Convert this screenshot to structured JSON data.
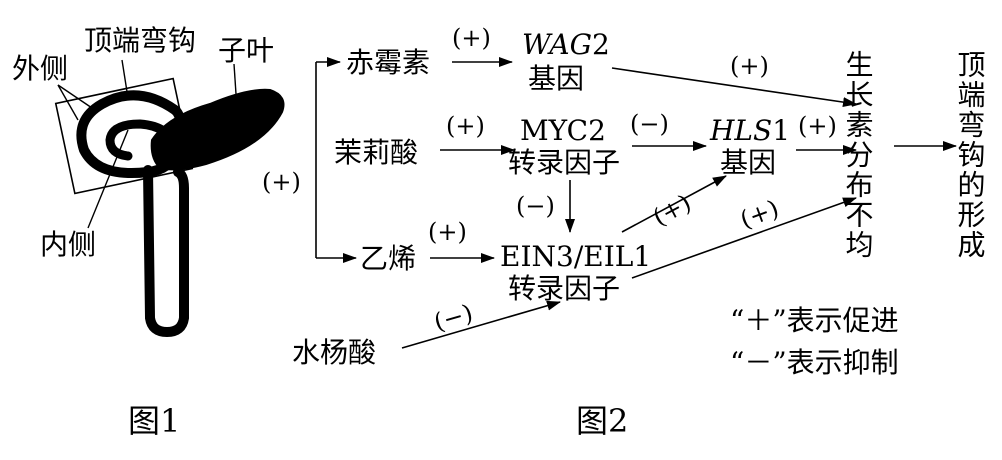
{
  "figure1": {
    "caption": "图1",
    "labels": {
      "outer_side": "外侧",
      "apical_hook": "顶端弯钩",
      "cotyledon": "子叶",
      "inner_side": "内侧"
    }
  },
  "figure2": {
    "caption": "图2",
    "nodes": {
      "gibberellin": "赤霉素",
      "wag2_name": "WAG",
      "wag2_num": "2",
      "gene": "基因",
      "jasmonic_acid": "茉莉酸",
      "myc2": "MYC2",
      "tf": "转录因子",
      "hls1_name": "HLS",
      "hls1_num": "1",
      "ethylene": "乙烯",
      "ein3": "EIN3/EIL1",
      "salicylic_acid": "水杨酸",
      "auxin_uneven": "生长素分布不均",
      "hook_formation": "顶端弯钩的形成"
    },
    "signs": {
      "plus": "(+)",
      "minus": "(−)",
      "plus_rot": "(+)"
    },
    "legend": {
      "plus": "“＋”表示促进",
      "minus": "“－”表示抑制"
    }
  }
}
